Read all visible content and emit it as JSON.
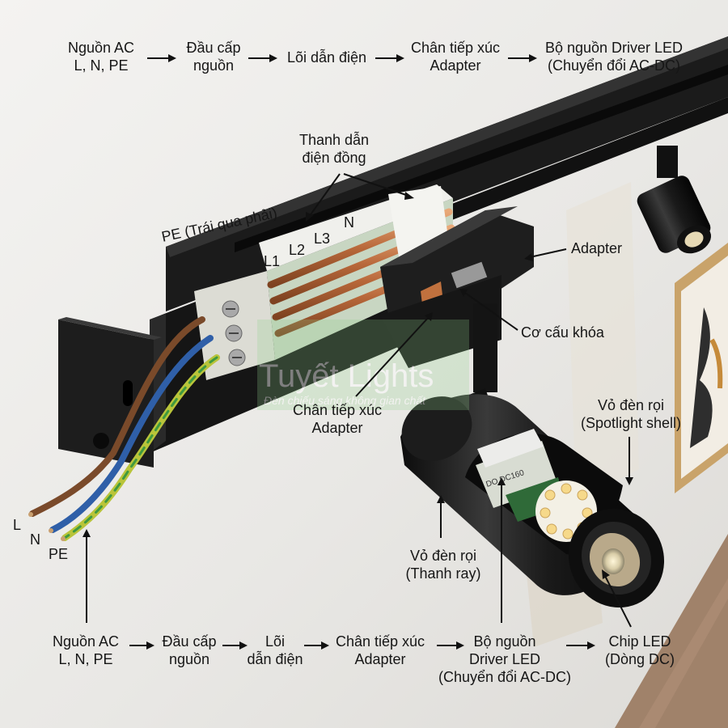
{
  "flow_top": [
    "Nguồn AC\nL, N, PE",
    "Đầu cấp\nnguồn",
    "Lõi dẫn điện",
    "Chân tiếp xúc\nAdapter",
    "Bộ nguồn Driver LED\n(Chuyển đổi AC-DC)"
  ],
  "flow_bottom": [
    "Nguồn AC\nL, N, PE",
    "Đầu cấp\nnguồn",
    "Lõi\ndẫn điện",
    "Chân tiếp xúc\nAdapter",
    "Bộ nguồn\nDriver LED\n(Chuyển đổi AC-DC)",
    "Chip LED\n(Dòng DC)"
  ],
  "callouts": {
    "copper_bars": "Thanh dẫn\nđiện đồng",
    "pe_order": "PE (Trái qua phải)",
    "adapter": "Adapter",
    "lock": "Cơ cấu khóa",
    "contact_pins": "Chân tiếp xúc\nAdapter",
    "spot_shell": "Vỏ đèn rọi\n(Spotlight shell)",
    "rail_shell": "Vỏ đèn rọi\n(Thanh ray)"
  },
  "conductors": [
    "L1",
    "L2",
    "L3",
    "N"
  ],
  "wires": [
    "L",
    "N",
    "PE"
  ],
  "watermark": {
    "brand": "Tuyết Lights",
    "tagline": "Đèn chiếu sáng không gian chất"
  },
  "driver_marking": "DO DC160",
  "colors": {
    "rail": "#1b1b1b",
    "copper": "#c0713e",
    "wire_brown": "#7a4a2a",
    "wire_blue": "#2f5fa8",
    "wire_pe": "#b9c43a",
    "wood": "#a0826a"
  }
}
